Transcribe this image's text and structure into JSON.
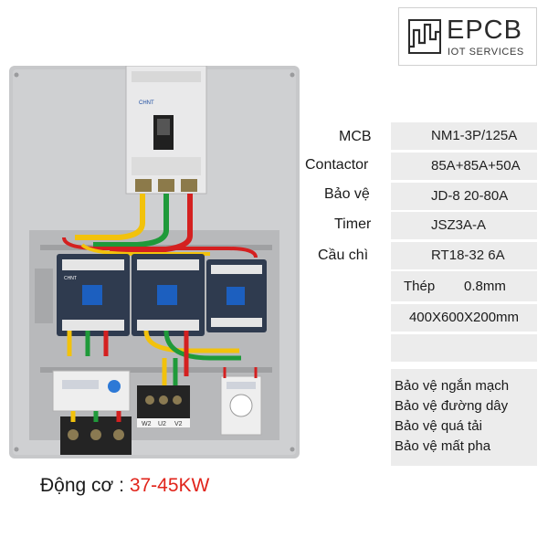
{
  "logo": {
    "name": "EPCB",
    "subtitle": "IOT SERVICES"
  },
  "photo": {
    "breaker_brand": "CHNT",
    "contactor_brand": "CHNT",
    "terminal_labels": [
      "W2",
      "U2",
      "V2"
    ]
  },
  "specs": [
    {
      "label": "MCB",
      "value": "NM1-3P/125A"
    },
    {
      "label": "Contactor",
      "value": "85A+85A+50A"
    },
    {
      "label": "Bảo vệ",
      "value": "JD-8 20-80A"
    },
    {
      "label": "Timer",
      "value": "JSZ3A-A"
    },
    {
      "label": "Cầu chì",
      "value": "RT18-32 6A"
    }
  ],
  "steel": {
    "label": "Thép",
    "value": "0.8mm"
  },
  "dimensions": "400X600X200mm",
  "features": [
    "Bảo vệ ngắn mạch",
    "Bảo vệ đường dây",
    "Bảo vệ quá tải",
    "Bảo vệ mất pha"
  ],
  "motor": {
    "label": "Động cơ : ",
    "value": "37-45KW"
  },
  "colors": {
    "accent_red": "#e1241b",
    "panel_grey": "#ececec",
    "cabinet_grey": "#c9cacc",
    "contactor_navy": "#2f3b4f",
    "wire_red": "#d42020",
    "wire_yellow": "#f2c20c",
    "wire_green": "#1f9a3a"
  }
}
